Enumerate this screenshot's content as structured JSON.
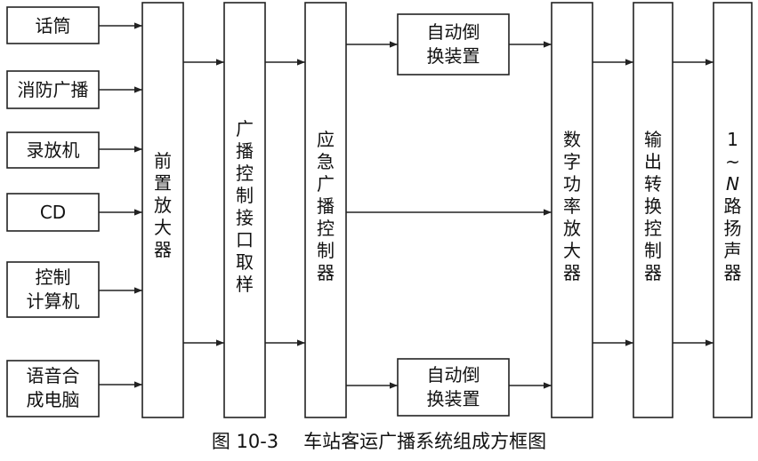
{
  "blocks": {
    "mic": [
      "话筒"
    ],
    "fire": [
      "消防广播"
    ],
    "recorder": [
      "录放机"
    ],
    "cd": [
      "CD"
    ],
    "computer": [
      "控制",
      "计算机"
    ],
    "voice": [
      "语音合",
      "成电脑"
    ],
    "preamp": [
      "前",
      "置",
      "放",
      "大",
      "器"
    ],
    "interface": [
      "广",
      "播",
      "控",
      "制",
      "接",
      "口",
      "取",
      "样"
    ],
    "emergency": [
      "应",
      "急",
      "广",
      "播",
      "控",
      "制",
      "器"
    ],
    "switch_top": [
      "自动倒",
      "换装置"
    ],
    "switch_bottom": [
      "自动倒",
      "换装置"
    ],
    "amplifier": [
      "数",
      "字",
      "功",
      "率",
      "放",
      "大",
      "器"
    ],
    "output": [
      "输",
      "出",
      "转",
      "换",
      "控",
      "制",
      "器"
    ],
    "speakers": [
      "1",
      "~",
      "N",
      "路",
      "扬",
      "声",
      "器"
    ]
  },
  "caption": {
    "number": "图 10-3",
    "title": "车站客运广播系统组成方框图"
  }
}
